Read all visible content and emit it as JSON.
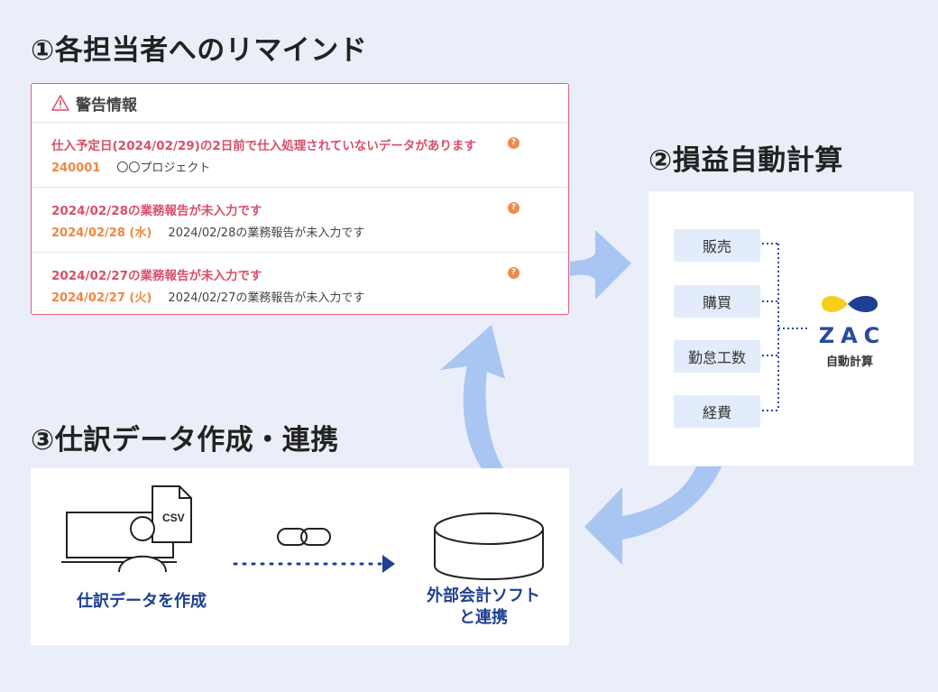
{
  "sections": {
    "reminder": "①各担当者へのリマインド",
    "profit": "②損益自動計算",
    "journal": "③仕訳データ作成・連携"
  },
  "alert_panel": {
    "title": "警告情報",
    "items": [
      {
        "message": "仕入予定日(2024/02/29)の2日前で仕入処理されていないデータがあります",
        "meta_left": "240001",
        "meta_right": "〇〇プロジェクト"
      },
      {
        "message": "2024/02/28の業務報告が未入力です",
        "meta_left": "2024/02/28 (水)",
        "meta_right": "2024/02/28の業務報告が未入力です"
      },
      {
        "message": "2024/02/27の業務報告が未入力です",
        "meta_left": "2024/02/27 (火)",
        "meta_right": "2024/02/27の業務報告が未入力です"
      }
    ],
    "help_glyph": "?"
  },
  "profit_box": {
    "categories": [
      "販売",
      "購買",
      "勤怠工数",
      "経費"
    ],
    "logo_text": "ZAC",
    "caption": "自動計算"
  },
  "journal_box": {
    "file_label": "CSV",
    "create_label": "仕訳データを作成",
    "external_label_line1": "外部会計ソフト",
    "external_label_line2": "と連携"
  },
  "colors": {
    "alert_border": "#e0617d",
    "alert_text": "#d94f6c",
    "date_text": "#f0883f",
    "category_bg": "#e3ecfb",
    "brand_blue": "#1e3f94",
    "arrow": "#a9c6f3",
    "logo_yellow": "#f6cf1e"
  }
}
